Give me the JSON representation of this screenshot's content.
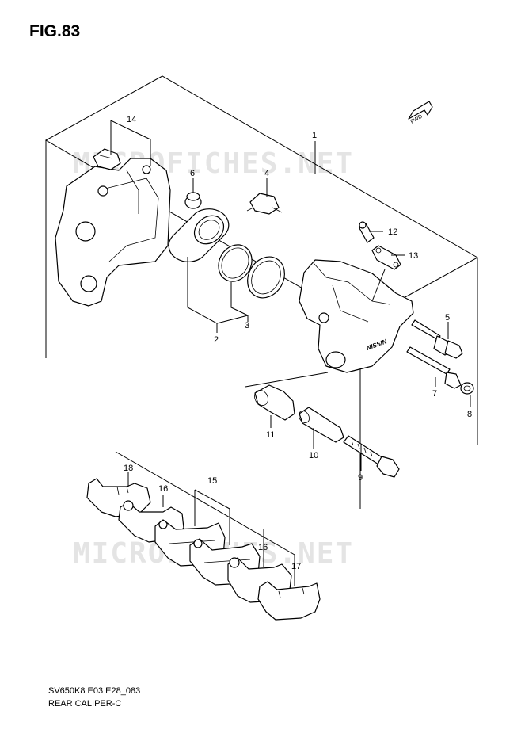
{
  "figure": {
    "title": "FIG.83"
  },
  "footer": {
    "code": "SV650K8 E03 E28_083",
    "caption": "REAR CALIPER-C"
  },
  "watermark": {
    "text": "MICROFICHES.NET"
  },
  "direction_badge": {
    "text": "FWD"
  },
  "caliper_mark": {
    "text": "NISSIN"
  },
  "callouts": [
    {
      "id": "1",
      "label": "1"
    },
    {
      "id": "2",
      "label": "2"
    },
    {
      "id": "3",
      "label": "3"
    },
    {
      "id": "4",
      "label": "4"
    },
    {
      "id": "5",
      "label": "5"
    },
    {
      "id": "6",
      "label": "6"
    },
    {
      "id": "7",
      "label": "7"
    },
    {
      "id": "8",
      "label": "8"
    },
    {
      "id": "9",
      "label": "9"
    },
    {
      "id": "10",
      "label": "10"
    },
    {
      "id": "11",
      "label": "11"
    },
    {
      "id": "12",
      "label": "12"
    },
    {
      "id": "13",
      "label": "13"
    },
    {
      "id": "14",
      "label": "14"
    },
    {
      "id": "15",
      "label": "15"
    },
    {
      "id": "16a",
      "label": "16"
    },
    {
      "id": "16b",
      "label": "16"
    },
    {
      "id": "17",
      "label": "17"
    },
    {
      "id": "18",
      "label": "18"
    }
  ]
}
